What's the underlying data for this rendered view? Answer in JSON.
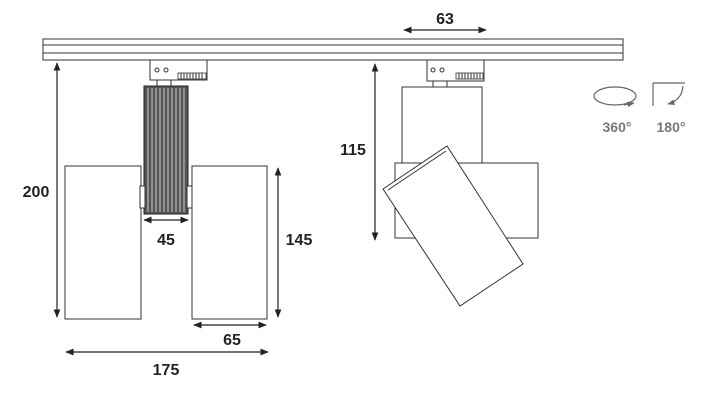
{
  "dimensions": {
    "track_width": "63",
    "total_height": "200",
    "head_height": "115",
    "heatsink_width": "45",
    "body_height": "145",
    "body_width": "65",
    "total_width": "175"
  },
  "rotation": {
    "horizontal": "360°",
    "vertical": "180°"
  }
}
